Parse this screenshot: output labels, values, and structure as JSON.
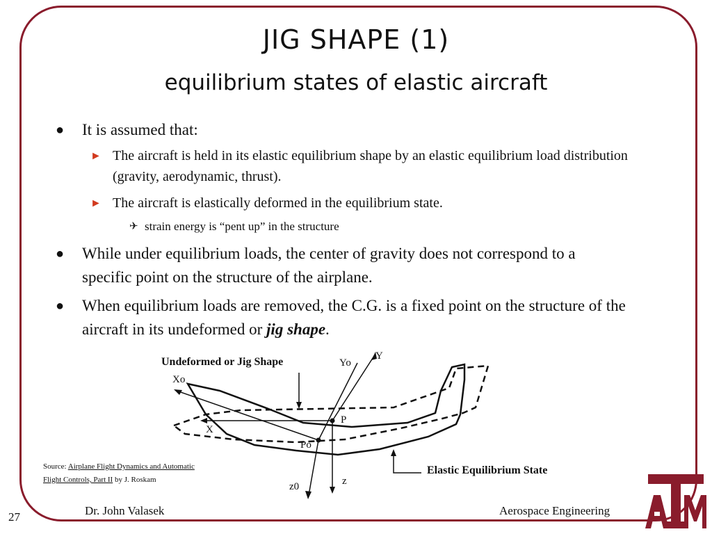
{
  "slide": {
    "title": "JIG SHAPE (1)",
    "subtitle": "equilibrium states of elastic aircraft",
    "page_number": "27"
  },
  "bullets": {
    "b1": "It is assumed that:",
    "b1_1": "The aircraft is held in its elastic equilibrium shape by an elastic equilibrium load distribution (gravity, aerodynamic, thrust).",
    "b1_2": "The aircraft is elastically deformed in the equilibrium state.",
    "b1_2_1": "strain energy is “pent up” in the structure",
    "b2": "While under equilibrium loads, the center of gravity does not correspond to a specific point on the structure of the airplane.",
    "b3_pre": "When equilibrium loads are removed, the C.G. is a fixed point on the structure of the aircraft in its undeformed or",
    "b3_em": "jig shape",
    "b3_post": "."
  },
  "diagram": {
    "label_undeformed": "Undeformed or Jig Shape",
    "label_elastic": "Elastic Equilibrium State",
    "axis_Xo": "Xo",
    "axis_Yo": "Yo",
    "axis_Y": "Y",
    "axis_X": "X",
    "axis_P": "P",
    "axis_Po": "Po",
    "axis_z0": "z0",
    "axis_z": "z"
  },
  "source": {
    "prefix": "Source:",
    "link1": "Airplane Flight Dynamics and Automatic",
    "link2": "Flight Controls, Part II",
    "suffix": "by J. Roskam"
  },
  "footer": {
    "author": "Dr. John Valasek",
    "department": "Aerospace Engineering"
  },
  "logo": {
    "letters": "ATM",
    "color": "#8a1c2c"
  },
  "colors": {
    "frame": "#8a1c2c",
    "arrow_bullet": "#d23a1f"
  }
}
